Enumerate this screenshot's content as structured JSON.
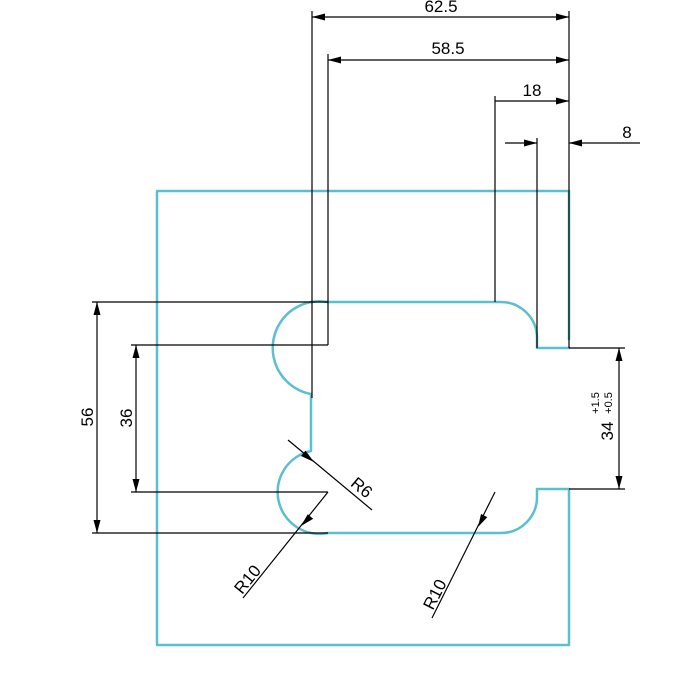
{
  "colors": {
    "outline": "#5bbfd0",
    "annotation": "#000000"
  },
  "dimensions": {
    "overall_width": "62.5",
    "inner_width": "58.5",
    "slot_offset": "18",
    "slot_width": "8",
    "cutout_height": "56",
    "notch_height": "36",
    "slot_height": "34",
    "slot_tolerance_upper": "+1.5",
    "slot_tolerance_lower": "+0.5",
    "radius_small": "R6",
    "radius_left": "R10",
    "radius_right": "R10"
  }
}
